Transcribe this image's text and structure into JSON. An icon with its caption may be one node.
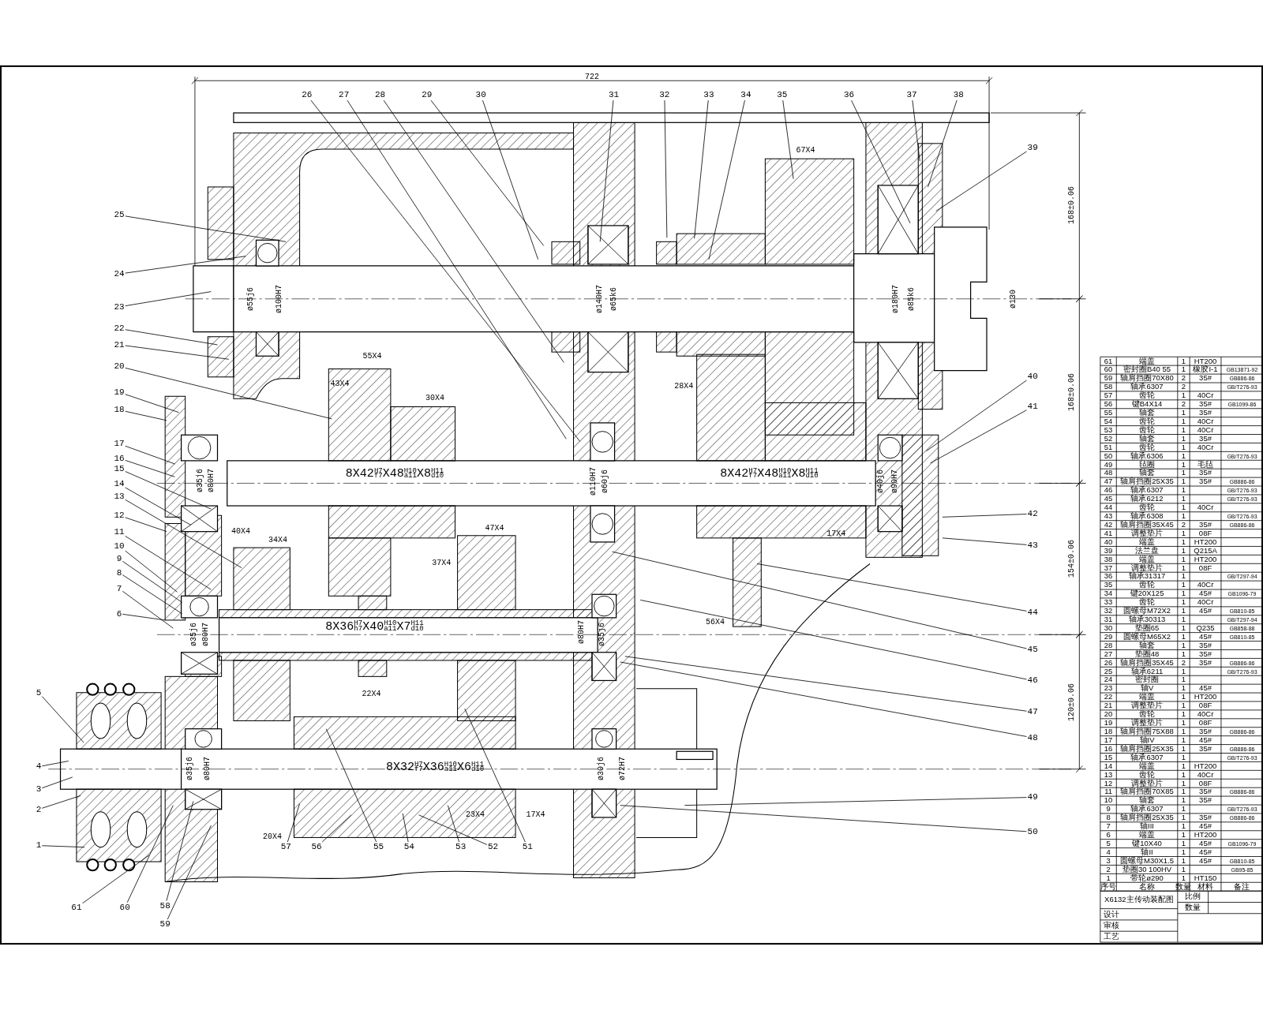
{
  "diagram": {
    "nodes": [
      {
        "text": [
          "1"
        ]
      },
      {
        "text": [
          "2"
        ]
      },
      {
        "text": [
          "3"
        ]
      },
      {
        "text": [
          "4"
        ]
      },
      {
        "text": [
          "5"
        ]
      },
      {
        "text": [
          "6"
        ]
      },
      {
        "text": [
          "7"
        ]
      },
      {
        "text": [
          "8"
        ]
      },
      {
        "text": [
          "9"
        ]
      },
      {
        "text": [
          "10"
        ]
      },
      {
        "text": [
          "11"
        ]
      },
      {
        "text": [
          "12"
        ]
      },
      {
        "text": [
          "13"
        ]
      },
      {
        "text": [
          "14"
        ]
      },
      {
        "text": [
          "15"
        ]
      },
      {
        "text": [
          "16"
        ]
      },
      {
        "text": [
          "17"
        ]
      },
      {
        "text": [
          "18"
        ]
      },
      {
        "text": [
          "19"
        ]
      },
      {
        "text": [
          "20"
        ]
      },
      {
        "text": [
          "21"
        ]
      },
      {
        "text": [
          "22"
        ]
      },
      {
        "text": [
          "23"
        ]
      },
      {
        "text": [
          "24"
        ]
      },
      {
        "text": [
          "25"
        ]
      },
      {
        "text": [
          "26"
        ]
      },
      {
        "text": [
          "27"
        ]
      },
      {
        "text": [
          "28"
        ]
      },
      {
        "text": [
          "29"
        ]
      },
      {
        "text": [
          "30"
        ]
      },
      {
        "text": [
          "31"
        ]
      },
      {
        "text": [
          "32"
        ]
      },
      {
        "text": [
          "33"
        ]
      },
      {
        "text": [
          "34"
        ]
      },
      {
        "text": [
          "35"
        ]
      },
      {
        "text": [
          "36"
        ]
      },
      {
        "text": [
          "37"
        ]
      },
      {
        "text": [
          "38"
        ]
      },
      {
        "text": [
          "39"
        ]
      },
      {
        "text": [
          "40"
        ]
      },
      {
        "text": [
          "41"
        ]
      },
      {
        "text": [
          "42"
        ]
      },
      {
        "text": [
          "43"
        ]
      },
      {
        "text": [
          "44"
        ]
      },
      {
        "text": [
          "45"
        ]
      },
      {
        "text": [
          "46"
        ]
      },
      {
        "text": [
          "47"
        ]
      },
      {
        "text": [
          "48"
        ]
      },
      {
        "text": [
          "49"
        ]
      },
      {
        "text": [
          "50"
        ]
      },
      {
        "text": [
          "51"
        ]
      },
      {
        "text": [
          "52"
        ]
      },
      {
        "text": [
          "53"
        ]
      },
      {
        "text": [
          "54"
        ]
      },
      {
        "text": [
          "55"
        ]
      },
      {
        "text": [
          "56"
        ]
      },
      {
        "text": [
          "57"
        ]
      },
      {
        "text": [
          "58"
        ]
      },
      {
        "text": [
          "59"
        ]
      },
      {
        "text": [
          "60"
        ]
      },
      {
        "text": [
          "61"
        ]
      }
    ],
    "edges": [
      {
        "from": 0,
        "to": null,
        "arrow": "none"
      },
      {
        "from": 1,
        "to": null,
        "arrow": "none"
      },
      {
        "from": 2,
        "to": null,
        "arrow": "none"
      },
      {
        "from": 3,
        "to": null,
        "arrow": "none"
      },
      {
        "from": 4,
        "to": null,
        "arrow": "none"
      },
      {
        "from": 5,
        "to": null,
        "arrow": "none"
      },
      {
        "from": 6,
        "to": null,
        "arrow": "none"
      },
      {
        "from": 7,
        "to": null,
        "arrow": "none"
      },
      {
        "from": 8,
        "to": null,
        "arrow": "none"
      },
      {
        "from": 9,
        "to": null,
        "arrow": "none"
      },
      {
        "from": 10,
        "to": null,
        "arrow": "none"
      },
      {
        "from": 11,
        "to": null,
        "arrow": "none"
      },
      {
        "from": 12,
        "to": null,
        "arrow": "none"
      },
      {
        "from": 13,
        "to": null,
        "arrow": "none"
      },
      {
        "from": 14,
        "to": null,
        "arrow": "none"
      },
      {
        "from": 15,
        "to": null,
        "arrow": "none"
      },
      {
        "from": 16,
        "to": null,
        "arrow": "none"
      },
      {
        "from": 17,
        "to": null,
        "arrow": "none"
      },
      {
        "from": 18,
        "to": null,
        "arrow": "none"
      },
      {
        "from": 19,
        "to": null,
        "arrow": "none"
      },
      {
        "from": 20,
        "to": null,
        "arrow": "none"
      },
      {
        "from": 21,
        "to": null,
        "arrow": "none"
      },
      {
        "from": 22,
        "to": null,
        "arrow": "none"
      },
      {
        "from": 23,
        "to": null,
        "arrow": "none"
      },
      {
        "from": 24,
        "to": null,
        "arrow": "none"
      },
      {
        "from": 25,
        "to": null,
        "arrow": "none"
      },
      {
        "from": 26,
        "to": null,
        "arrow": "none"
      },
      {
        "from": 27,
        "to": null,
        "arrow": "none"
      },
      {
        "from": 28,
        "to": null,
        "arrow": "none"
      },
      {
        "from": 29,
        "to": null,
        "arrow": "none"
      },
      {
        "from": 30,
        "to": null,
        "arrow": "none"
      },
      {
        "from": 31,
        "to": null,
        "arrow": "none"
      },
      {
        "from": 32,
        "to": null,
        "arrow": "none"
      },
      {
        "from": 33,
        "to": null,
        "arrow": "none"
      },
      {
        "from": 34,
        "to": null,
        "arrow": "none"
      },
      {
        "from": 35,
        "to": null,
        "arrow": "none"
      },
      {
        "from": 36,
        "to": null,
        "arrow": "none"
      },
      {
        "from": 37,
        "to": null,
        "arrow": "none"
      },
      {
        "from": 38,
        "to": null,
        "arrow": "none"
      },
      {
        "from": 39,
        "to": null,
        "arrow": "none"
      },
      {
        "from": 40,
        "to": null,
        "arrow": "none"
      },
      {
        "from": 41,
        "to": null,
        "arrow": "none"
      },
      {
        "from": 42,
        "to": null,
        "arrow": "none"
      },
      {
        "from": 43,
        "to": null,
        "arrow": "none"
      },
      {
        "from": 44,
        "to": null,
        "arrow": "none"
      },
      {
        "from": 45,
        "to": null,
        "arrow": "none"
      },
      {
        "from": 46,
        "to": null,
        "arrow": "none"
      },
      {
        "from": 47,
        "to": null,
        "arrow": "none"
      },
      {
        "from": 48,
        "to": null,
        "arrow": "none"
      },
      {
        "from": 49,
        "to": null,
        "arrow": "none"
      },
      {
        "from": 50,
        "to": null,
        "arrow": "none"
      },
      {
        "from": 51,
        "to": null,
        "arrow": "none"
      },
      {
        "from": 52,
        "to": null,
        "arrow": "none"
      },
      {
        "from": 53,
        "to": null,
        "arrow": "none"
      },
      {
        "from": 54,
        "to": null,
        "arrow": "none"
      },
      {
        "from": 55,
        "to": null,
        "arrow": "none"
      },
      {
        "from": 56,
        "to": null,
        "arrow": "none"
      },
      {
        "from": 57,
        "to": null,
        "arrow": "none"
      },
      {
        "from": 58,
        "to": null,
        "arrow": "none"
      },
      {
        "from": 59,
        "to": null,
        "arrow": "none"
      },
      {
        "from": 60,
        "to": null,
        "arrow": "none"
      }
    ],
    "labels": [
      "722",
      "67X4",
      "ø55j6",
      "ø100H7",
      "ø140H7",
      "ø65k6",
      "ø180H7",
      "ø85k6",
      "ø130",
      "28X4",
      "55X4",
      "43X4",
      "30X4",
      "8X42$^{H7}$$_{f7}$X48$^{H10}$$_{a11}$X8$^{H11}$$_{d10}$",
      "ø110H7",
      "ø60j6",
      "8X42$^{H7}$$_{f7}$X48$^{H10}$$_{a11}$X8$^{H11}$$_{d10}$",
      "ø40j6",
      "ø90H7",
      "168±0.06",
      "168±0.06",
      "17X4",
      "40X4",
      "34X4",
      "47X4",
      "37X4",
      "ø35j6",
      "ø80H7",
      "154±0.06",
      "56X4",
      "ø35j6",
      "ø80H7",
      "8X36$^{H7}$$_{h7}$X40$^{H10}$$_{a11}$X7$^{H11}$$_{d10}$",
      "ø80H7",
      "ø35j6",
      "120±0.06",
      "22X4",
      "ø35j6",
      "ø80H7",
      "8X32$^{H7}$$_{f7}$X36$^{H10}$$_{a11}$X6$^{H11}$$_{d10}$",
      "ø30j6",
      "ø72H7",
      "20X4",
      "23X4",
      "17X4",
      "61",
      "端盖",
      "1",
      "HT200",
      "60",
      "密封圈B40 55",
      "1",
      "橡胶I-1",
      "GB13871-92",
      "59",
      "轴肩挡圈70X80",
      "2",
      "35#",
      "GB886-86",
      "58",
      "轴承6307",
      "2",
      "GB/T276-93",
      "57",
      "齿轮",
      "1",
      "40Cr",
      "56",
      "键B4X14",
      "2",
      "35#",
      "GB1099-86",
      "55",
      "轴套",
      "1",
      "35#",
      "54",
      "齿轮",
      "1",
      "40Cr",
      "53",
      "齿轮",
      "1",
      "40Cr",
      "52",
      "轴套",
      "1",
      "35#",
      "51",
      "齿轮",
      "1",
      "40Cr",
      "50",
      "轴承6306",
      "1",
      "GB/T276-93",
      "49",
      "毡圈",
      "1",
      "毛毡",
      "48",
      "轴套",
      "1",
      "35#",
      "47",
      "轴肩挡圈25X35",
      "1",
      "35#",
      "GB886-86",
      "46",
      "轴承6307",
      "1",
      "GB/T276-93",
      "45",
      "轴承6212",
      "1",
      "GB/T276-93",
      "44",
      "齿轮",
      "1",
      "40Cr",
      "43",
      "轴承6308",
      "1",
      "GB/T276-93",
      "42",
      "轴肩挡圈35X45",
      "2",
      "35#",
      "GB886-86",
      "41",
      "调整垫片",
      "1",
      "08F",
      "40",
      "端盖",
      "1",
      "HT200",
      "39",
      "法兰盘",
      "1",
      "Q215A",
      "38",
      "端盖",
      "1",
      "HT200",
      "37",
      "调整垫片",
      "1",
      "08F",
      "36",
      "轴承31317",
      "1",
      "GB/T297-94",
      "35",
      "齿轮",
      "1",
      "40Cr",
      "34",
      "键20X125",
      "1",
      "45#",
      "GB1096-79",
      "33",
      "齿轮",
      "1",
      "40Cr",
      "32",
      "圆螺母M72X2",
      "1",
      "45#",
      "GB810-85",
      "31",
      "轴承30313",
      "1",
      "GB/T297-94",
      "30",
      "垫圈65",
      "1",
      "Q235",
      "GB858-88",
      "29",
      "圆螺母M65X2",
      "1",
      "45#",
      "GB810-85",
      "28",
      "轴套",
      "1",
      "35#",
      "27",
      "垫圈48",
      "1",
      "35#",
      "26",
      "轴肩挡圈35X45",
      "2",
      "35#",
      "GB886-86",
      "25",
      "轴承6211",
      "1",
      "GB/T276-93",
      "24",
      "密封圈",
      "1",
      "23",
      "轴V",
      "1",
      "45#",
      "22",
      "端盖",
      "1",
      "HT200",
      "21",
      "调整垫片",
      "1",
      "08F",
      "20",
      "齿轮",
      "1",
      "40Cr",
      "19",
      "调整垫片",
      "1",
      "08F",
      "18",
      "轴肩挡圈75X88",
      "1",
      "35#",
      "GB886-86",
      "17",
      "轴IV",
      "1",
      "45#",
      "16",
      "轴肩挡圈25X35",
      "1",
      "35#",
      "GB886-86",
      "15",
      "轴承6307",
      "1",
      "GB/T276-93",
      "14",
      "端盖",
      "1",
      "HT200",
      "13",
      "齿轮",
      "1",
      "40Cr",
      "12",
      "调整垫片",
      "1",
      "08F",
      "11",
      "轴肩挡圈70X85",
      "1",
      "35#",
      "GB886-86",
      "10",
      "轴套",
      "1",
      "35#",
      "9",
      "轴承6307",
      "1",
      "GB/T276-93",
      "8",
      "轴肩挡圈25X35",
      "1",
      "35#",
      "GB886-86",
      "7",
      "轴III",
      "1",
      "45#",
      "6",
      "端盖",
      "1",
      "HT200",
      "5",
      "键10X40",
      "1",
      "45#",
      "GB1096-79",
      "4",
      "轴II",
      "1",
      "45#",
      "3",
      "圆螺母M30X1.5",
      "1",
      "45#",
      "GB810-85",
      "2",
      "垫圈30 100HV",
      "1",
      "GB95-85",
      "1",
      "带轮ø290",
      "1",
      "HT150",
      "序号",
      "名称",
      "数量",
      "材料",
      "备注",
      "X6132主传动装配图",
      "比例",
      "数量",
      "设计",
      "审核",
      "工艺"
    ]
  }
}
